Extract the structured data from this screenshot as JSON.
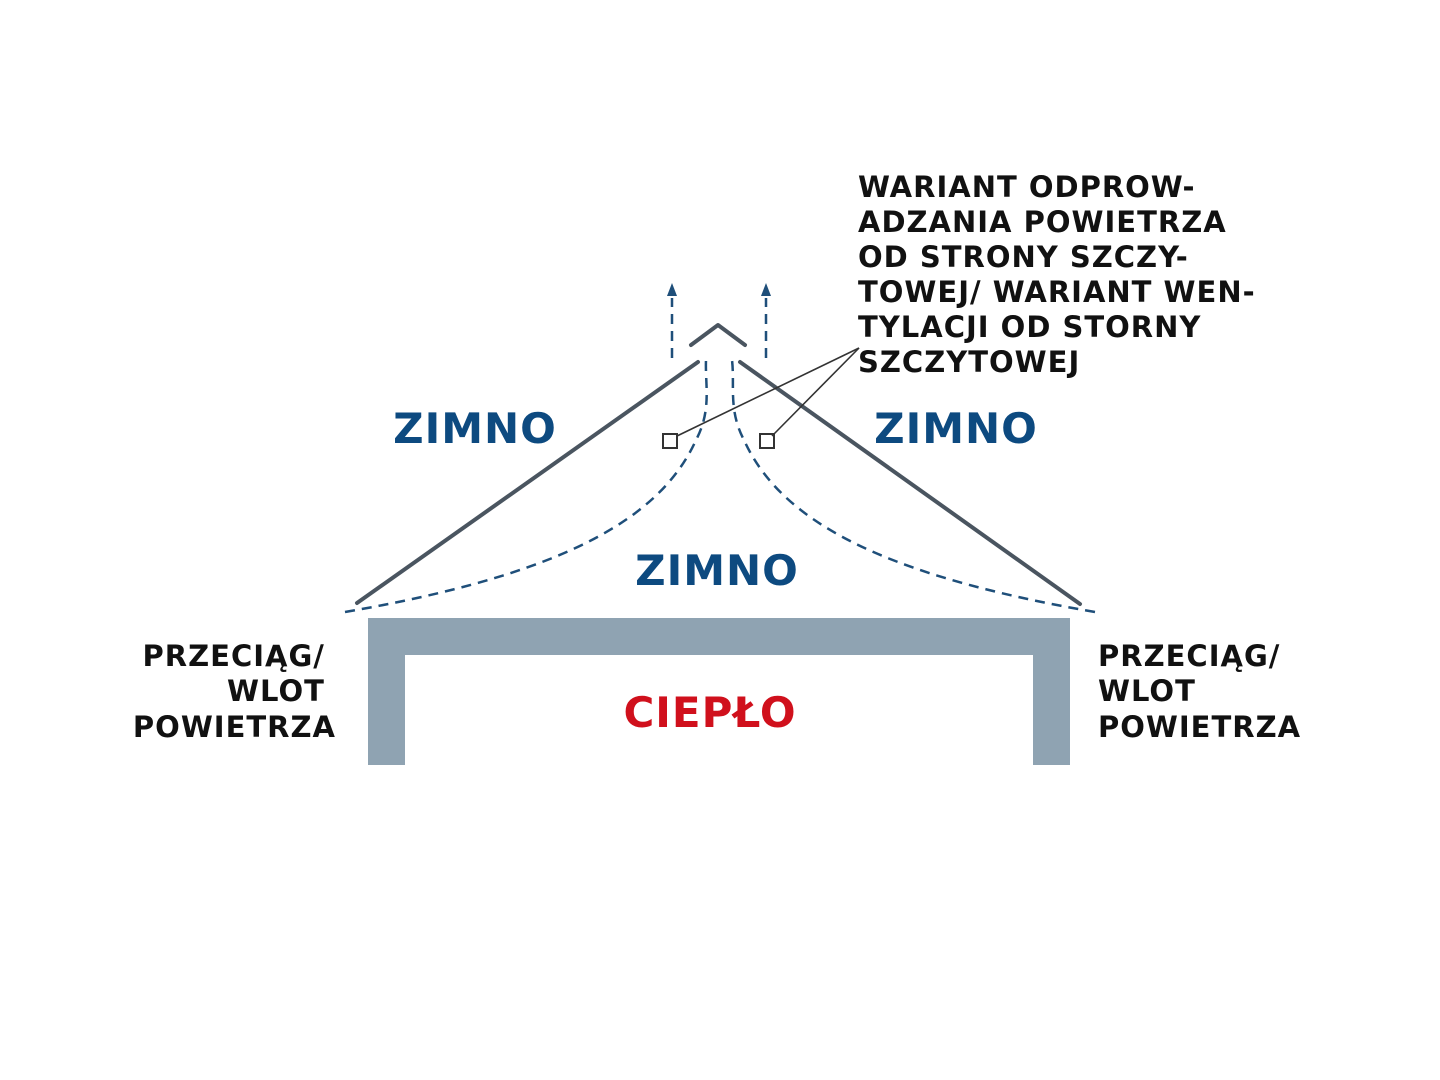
{
  "colors": {
    "cold": "#0d4a80",
    "warm": "#d0101c",
    "text": "#111111",
    "roof": "#4a5560",
    "wall": "#8fa3b2",
    "airflow": "#1f4f7a",
    "callout": "#333333"
  },
  "labels": {
    "cold_left": "ZIMNO",
    "cold_right": "ZIMNO",
    "cold_center": "ZIMNO",
    "warm": "CIEPŁO",
    "inlet_left": [
      "PRZECIĄG/",
      "WLOT",
      "POWIETRZA"
    ],
    "inlet_right": [
      "PRZECIĄG/",
      "WLOT",
      "POWIETRZA"
    ],
    "callout": [
      "WARIANT ODPROW-",
      "ADZANIA POWIETRZA",
      "OD STRONY SZCZY-",
      "TOWEJ/ WARIANT WEN-",
      "TYLACJI OD STORNY",
      "SZCZYTOWEJ"
    ]
  }
}
